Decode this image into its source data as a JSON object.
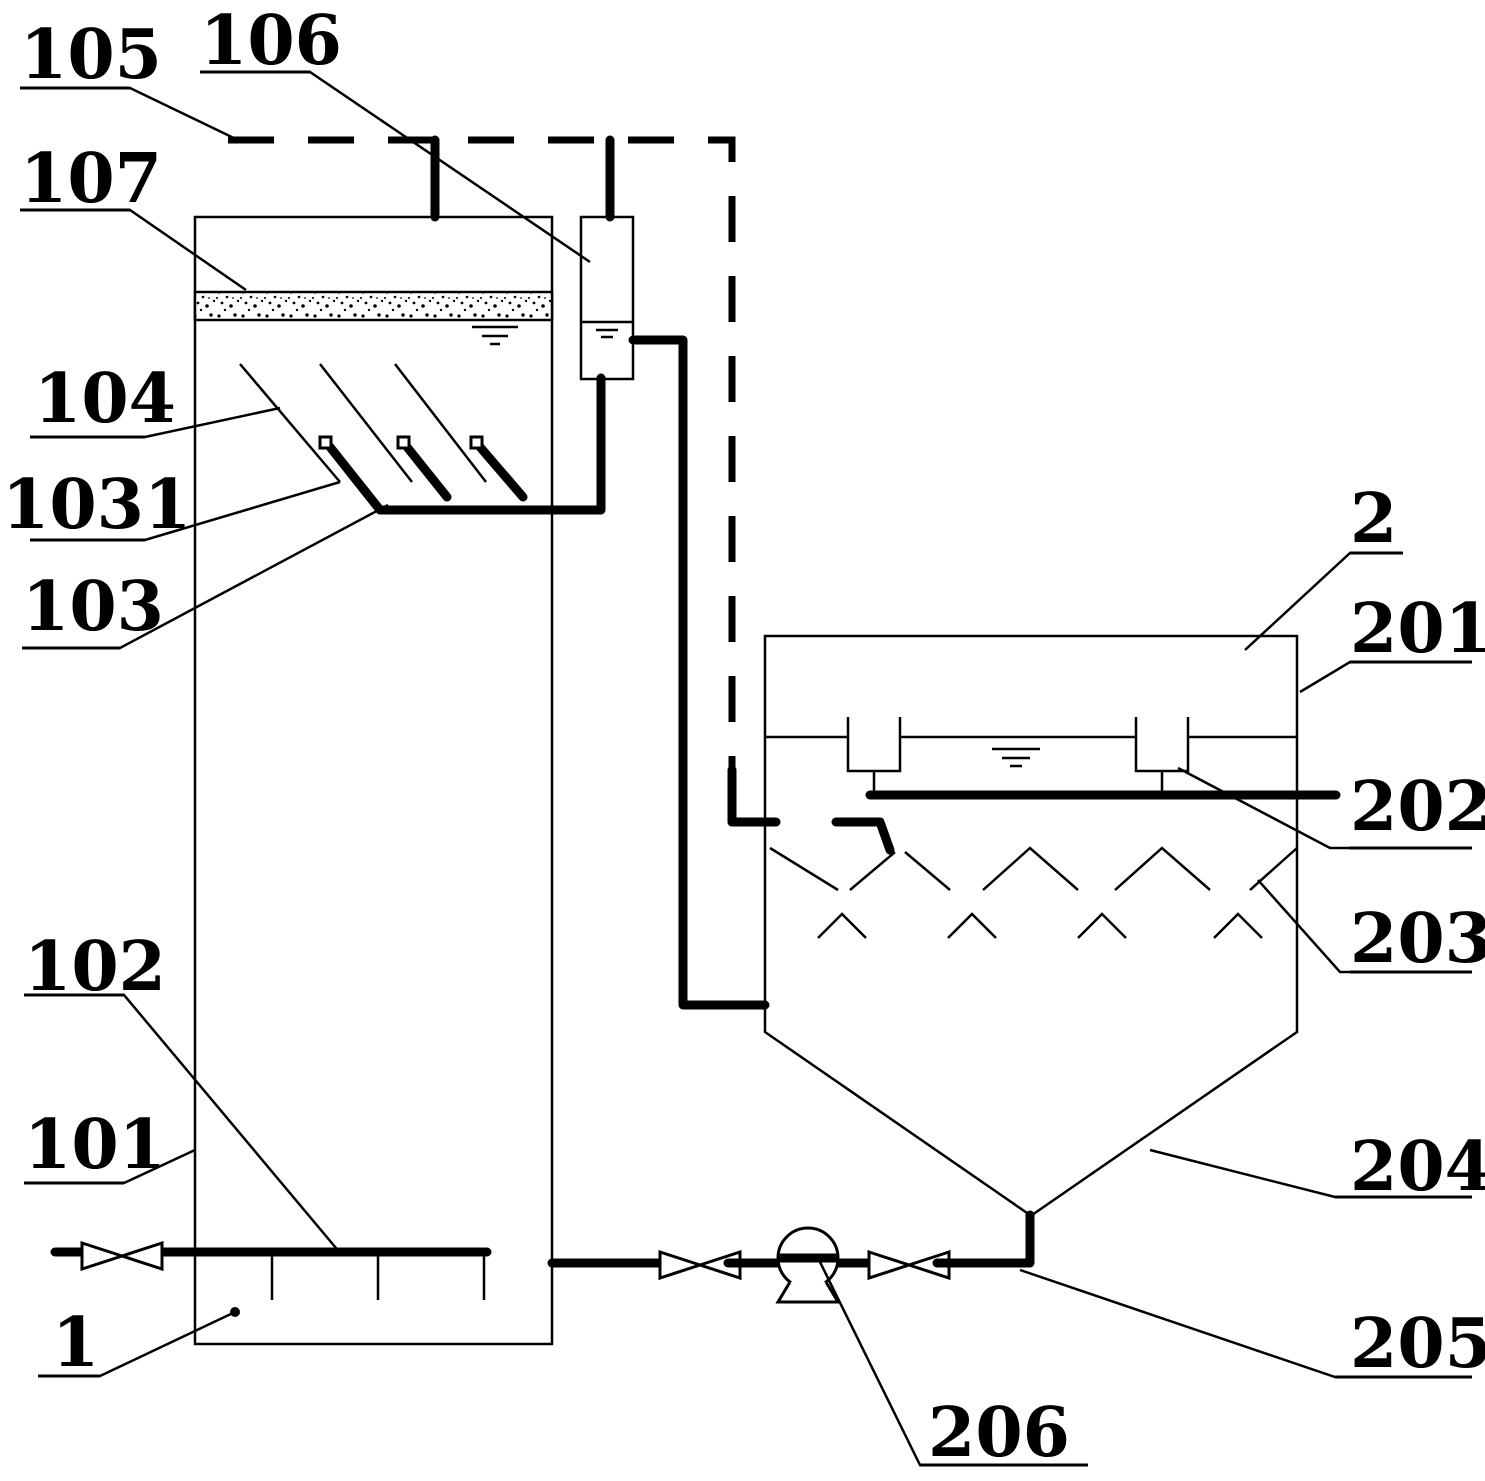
{
  "labels": {
    "l105": "105",
    "l106": "106",
    "l107": "107",
    "l104": "104",
    "l1031": "1031",
    "l103": "103",
    "l102": "102",
    "l101": "101",
    "l1": "1",
    "l2": "2",
    "l201": "201",
    "l202": "202",
    "l203": "203",
    "l204": "204",
    "l205": "205",
    "l206": "206"
  }
}
